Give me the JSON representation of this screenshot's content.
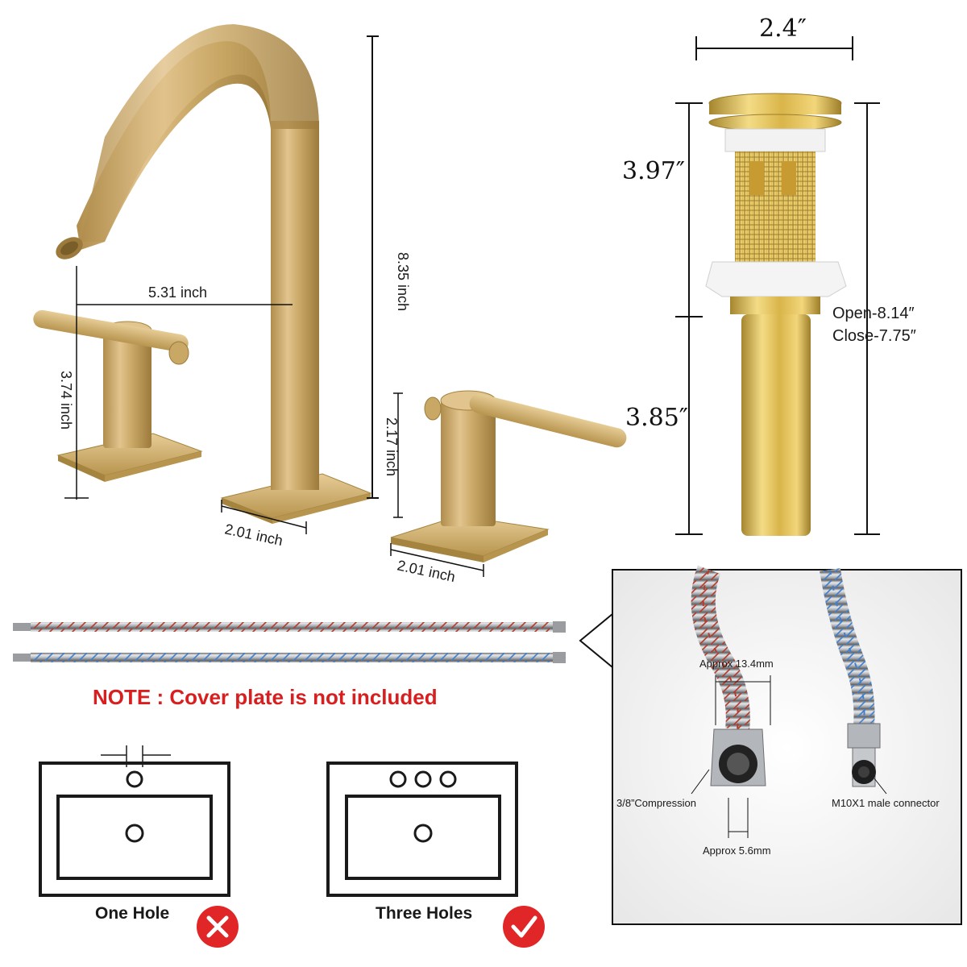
{
  "faucet": {
    "spout_height": "8.35 inch",
    "spout_reach": "5.31 inch",
    "handle_height": "3.74 inch",
    "handle_height_right": "2.17 inch",
    "base_width_center": "2.01 inch",
    "base_width_right": "2.01 inch"
  },
  "drain": {
    "top_width": "2.4″",
    "upper_height": "3.97″",
    "lower_height": "3.85″",
    "open_length": "Open-8.14″",
    "close_length": "Close-7.75″"
  },
  "hose_detail": {
    "outer_size": "Approx 13.4mm",
    "inner_size": "Approx 5.6mm",
    "left_connector": "3/8”Compression",
    "right_connector": "M10X1 male connector"
  },
  "note": "NOTE : Cover plate is not included",
  "sinks": [
    {
      "label": "One Hole",
      "status": "x"
    },
    {
      "label": "Three Holes",
      "status": "check"
    }
  ],
  "colors": {
    "gold": "#c9a765",
    "note_red": "#d81e1e",
    "x_badge": "#e02626",
    "check_badge": "#e02626"
  }
}
